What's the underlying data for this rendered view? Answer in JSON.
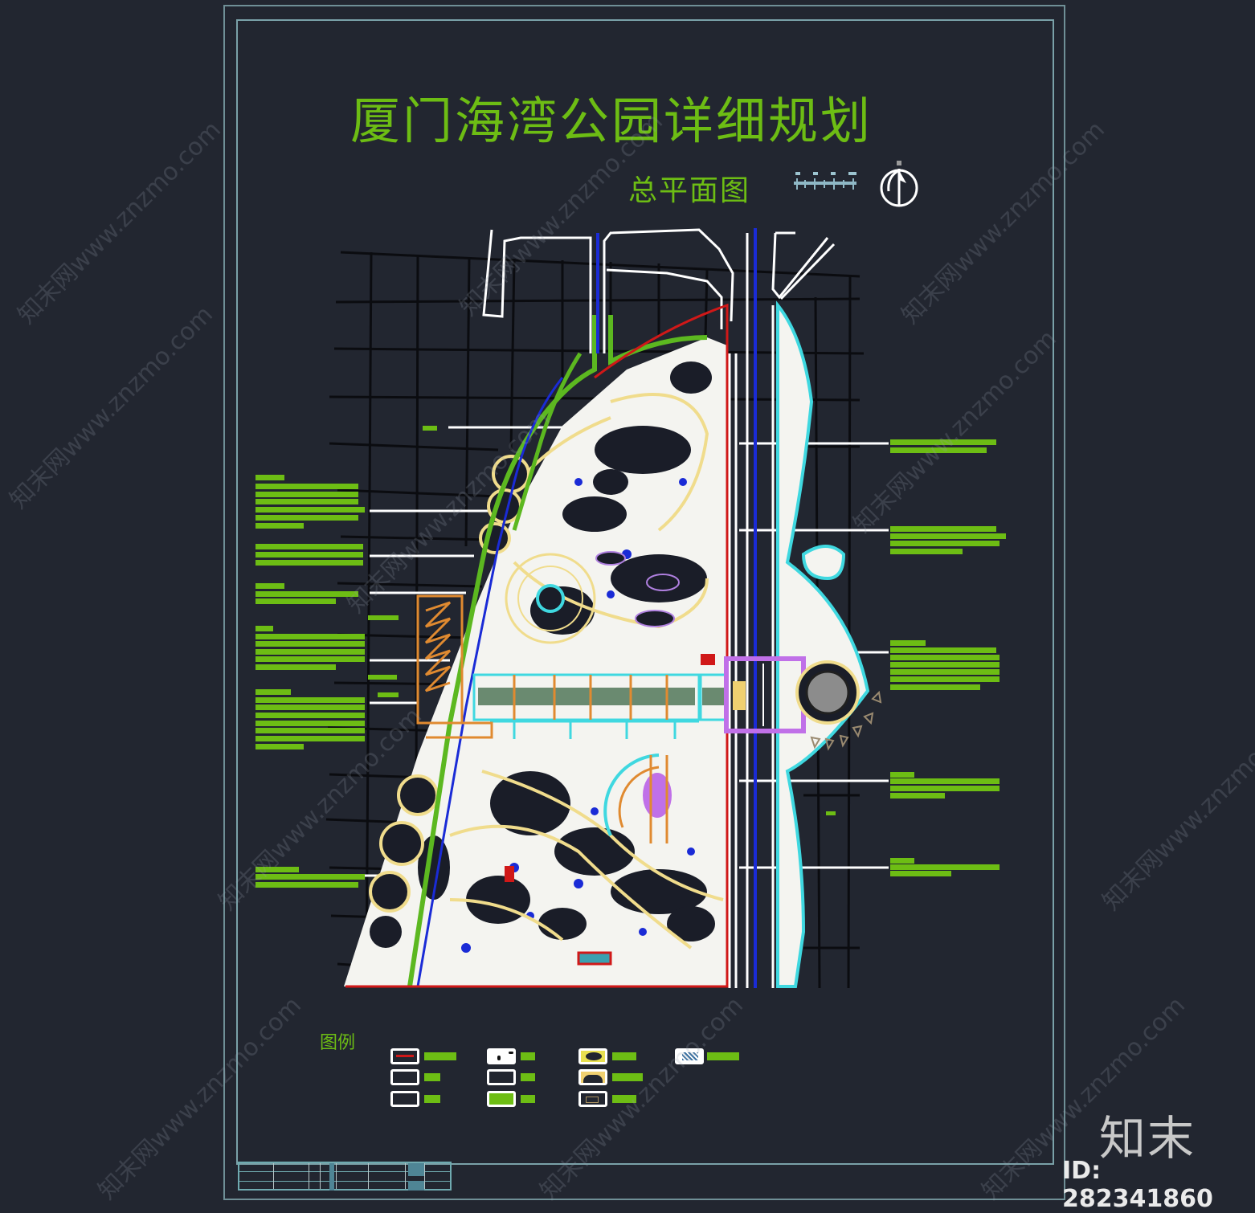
{
  "drawing": {
    "title": "厦门海湾公园详细规划",
    "subtitle": "总平面图",
    "scale_bar_icon": "scale-bar-icon",
    "north_arrow_icon": "north-arrow-icon"
  },
  "legend": {
    "title": "图例",
    "items": [
      {
        "swatch": "red-line-boundary",
        "col": 0,
        "row": 0
      },
      {
        "swatch": "empty-box",
        "col": 0,
        "row": 1
      },
      {
        "swatch": "empty-box",
        "col": 0,
        "row": 2
      },
      {
        "swatch": "white-tree-pattern",
        "col": 1,
        "row": 0
      },
      {
        "swatch": "empty-box",
        "col": 1,
        "row": 1
      },
      {
        "swatch": "green-fill",
        "col": 1,
        "row": 2
      },
      {
        "swatch": "yellow-pattern",
        "col": 2,
        "row": 0
      },
      {
        "swatch": "arch-yellow",
        "col": 2,
        "row": 1
      },
      {
        "swatch": "outline-shape",
        "col": 2,
        "row": 2
      },
      {
        "swatch": "blue-hatch",
        "col": 3,
        "row": 0
      }
    ]
  },
  "annotations": {
    "left_groups": 6,
    "right_groups": 5
  },
  "colors": {
    "background": "#222630",
    "frame": "#7aa1a8",
    "title_green": "#6dbd14",
    "road_white": "#ffffff",
    "boundary_red": "#d01818",
    "water_cyan": "#3fd8e0",
    "axis_blue": "#1a2bd6",
    "greenway": "#5cb820",
    "plaza_purple": "#c070e8",
    "path_yellow": "#f0dc8c"
  },
  "watermark": {
    "logo": "知末",
    "id_text": "ID: 282341860",
    "diagonal_text": "知末网www.znzmo.com"
  }
}
